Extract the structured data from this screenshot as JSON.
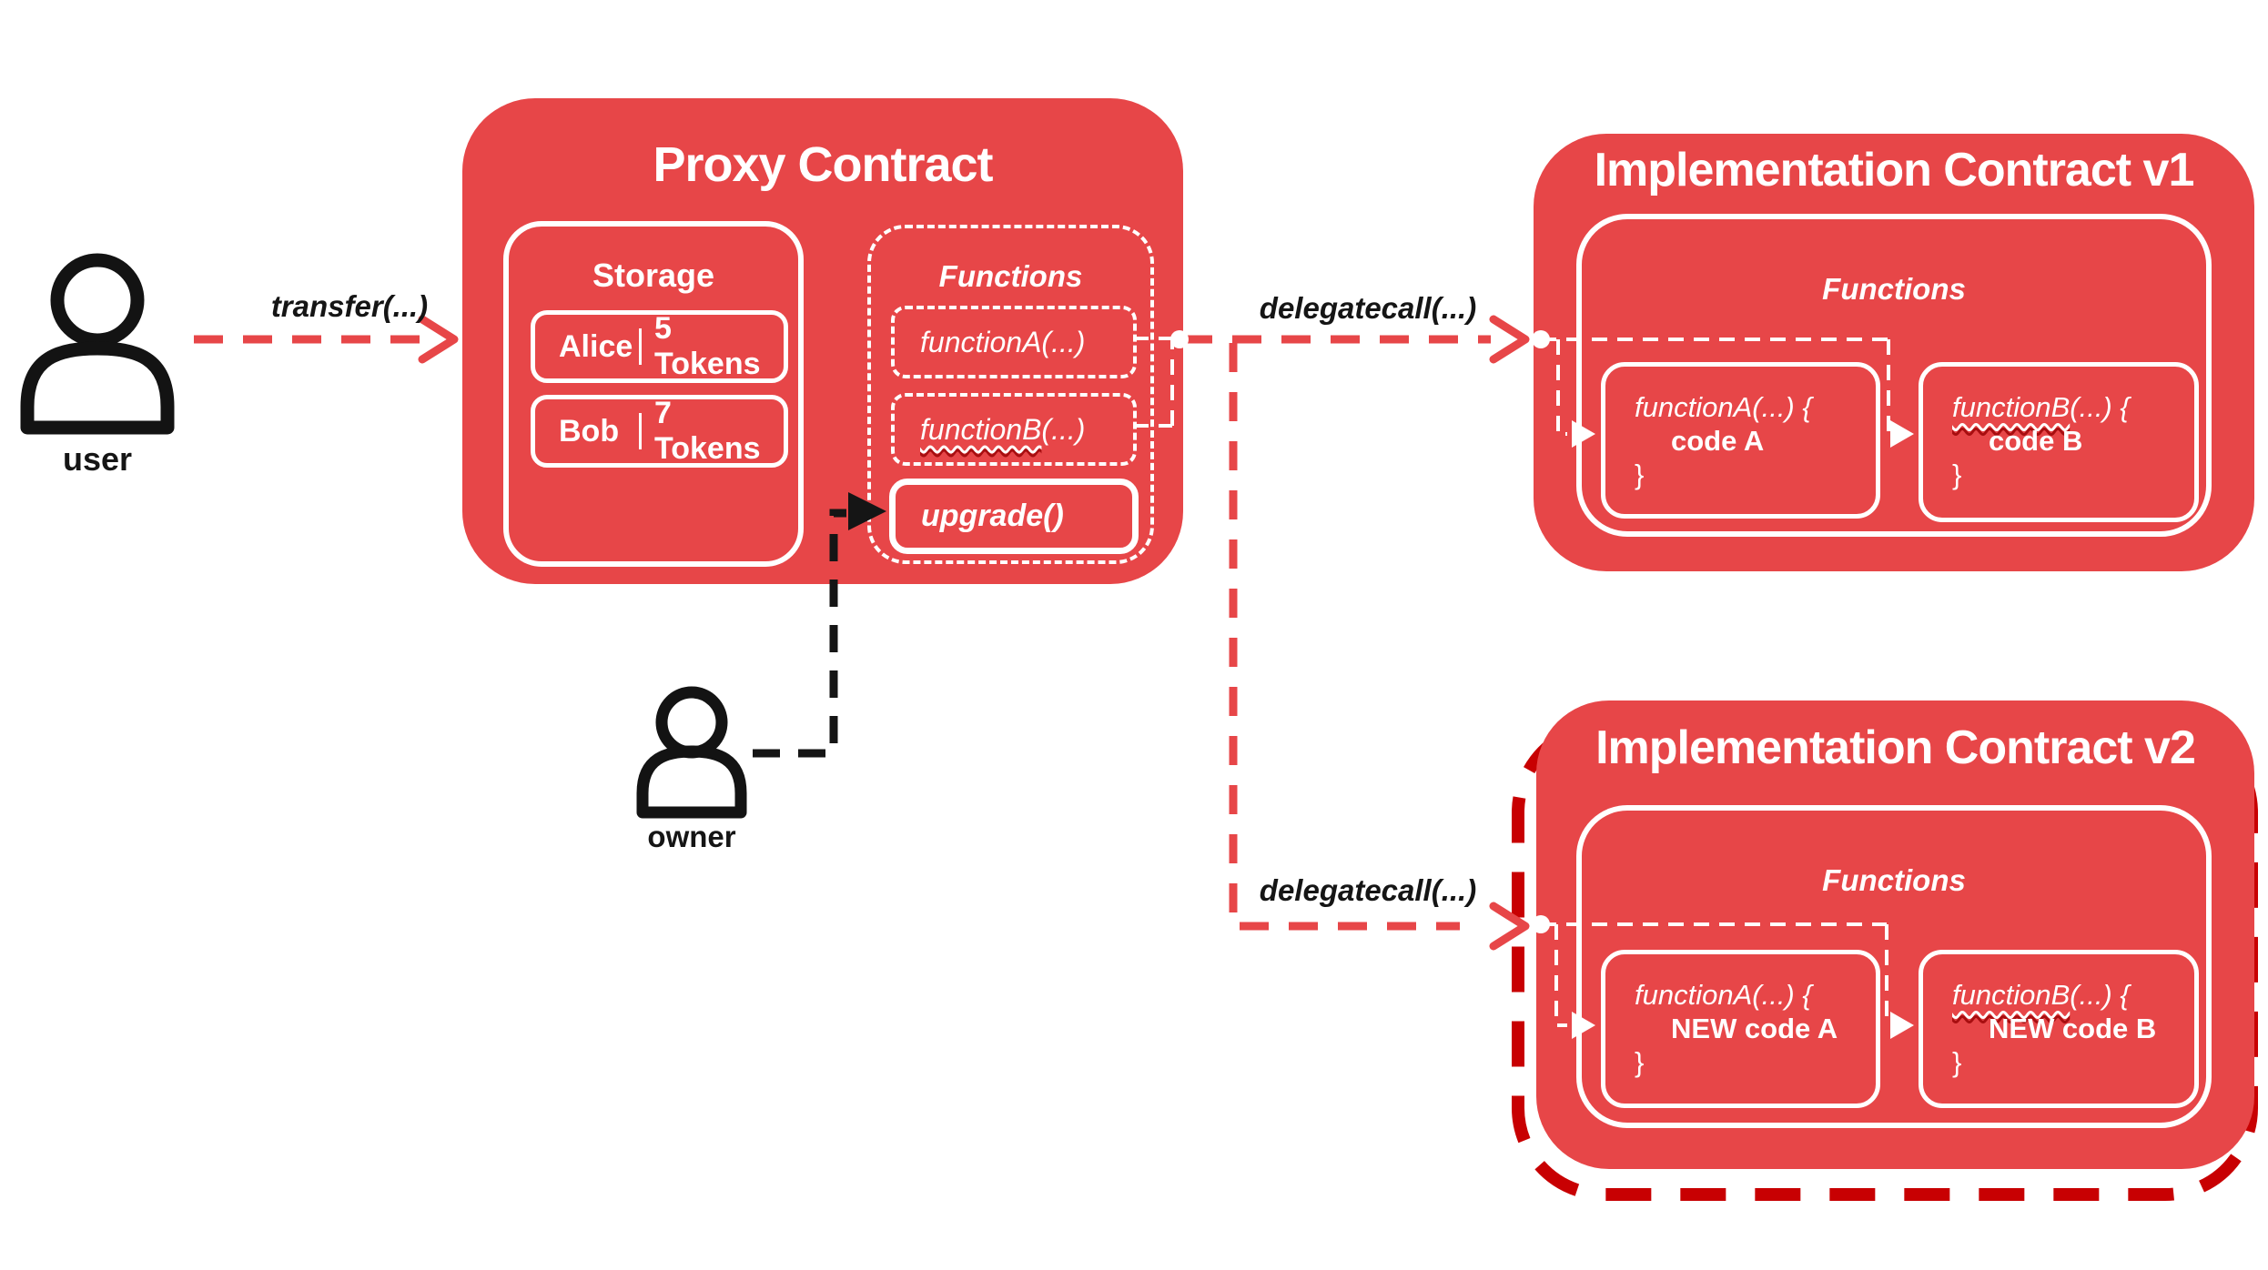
{
  "colors": {
    "box_red": "#e74648",
    "upgrade_outline_red": "#c80002",
    "arrow_red": "#e74648",
    "text_black": "#151515",
    "white": "#ffffff"
  },
  "actors": {
    "user": "user",
    "owner": "owner"
  },
  "edges": {
    "transfer": "transfer(...)",
    "delegatecall_v1": "delegatecall(...)",
    "delegatecall_v2": "delegatecall(...)"
  },
  "proxy": {
    "title": "Proxy Contract",
    "storage": {
      "label": "Storage",
      "rows": [
        {
          "name": "Alice",
          "value": "5 Tokens"
        },
        {
          "name": "Bob",
          "value": "7 Tokens"
        }
      ]
    },
    "functions": {
      "label": "Functions",
      "fnA": {
        "name": "functionA",
        "args": "(...)"
      },
      "fnB": {
        "name": "functionB",
        "args": "(...)"
      },
      "upgrade": "upgrade()"
    }
  },
  "impl_v1": {
    "title": "Implementation Contract v1",
    "functions_label": "Functions",
    "fnA": {
      "name": "functionA",
      "args": "(...) {",
      "body": "code A",
      "close": "}"
    },
    "fnB": {
      "name": "functionB",
      "args": "(...) {",
      "body": "code B",
      "close": "}"
    }
  },
  "impl_v2": {
    "title": "Implementation Contract v2",
    "functions_label": "Functions",
    "fnA": {
      "name": "functionA",
      "args": "(...) {",
      "body": "NEW code A",
      "close": "}"
    },
    "fnB": {
      "name": "functionB",
      "args": "(...) {",
      "body": "NEW code B",
      "close": "}"
    }
  }
}
